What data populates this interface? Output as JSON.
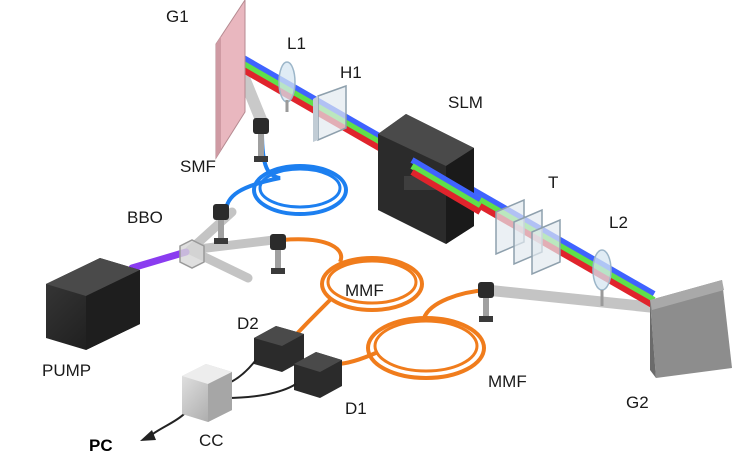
{
  "labels": {
    "g1": "G1",
    "l1": "L1",
    "h1": "H1",
    "slm": "SLM",
    "smf": "SMF",
    "t": "T",
    "bbo": "BBO",
    "l2": "L2",
    "mmf_upper": "MMF",
    "d2": "D2",
    "pump": "PUMP",
    "mmf_lower": "MMF",
    "d1": "D1",
    "g2": "G2",
    "cc": "CC",
    "pc": "PC"
  },
  "colors": {
    "beam_blue": "#3f63ff",
    "beam_green": "#5fe04a",
    "beam_red": "#e0242c",
    "pump_beam": "#8a3cf0",
    "fiber_single_mode": "#1c7ff0",
    "fiber_multi_mode": "#f07c1c",
    "grating_g1": "#e9b7bf",
    "grating_g2": "#8d8d8d",
    "dark_device": "#2b2b2b"
  }
}
